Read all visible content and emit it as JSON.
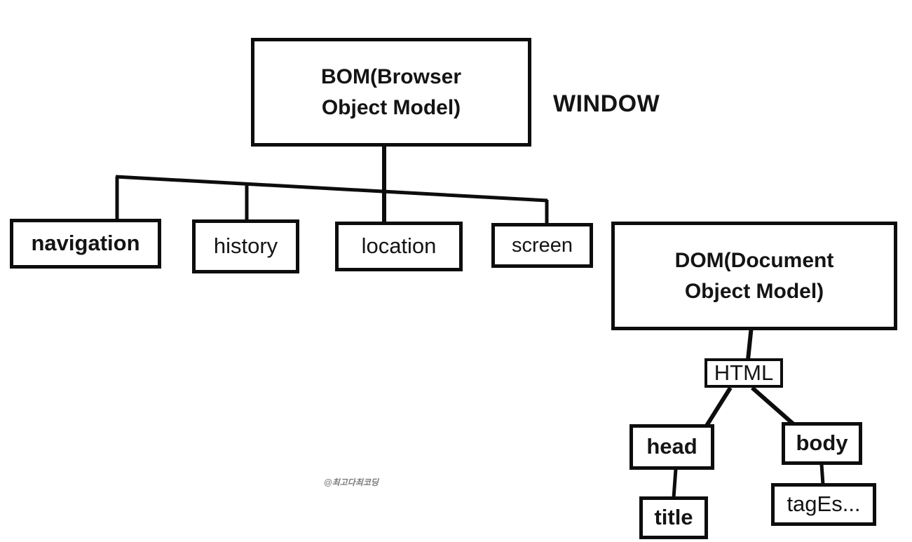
{
  "diagram": {
    "title_text": "WINDOW",
    "watermark": "@최고다최코딩",
    "colors": {
      "background": "#ffffff",
      "stroke": "#0d0d0d",
      "text": "#141414",
      "watermark": "#7d7d7d"
    },
    "nodes": {
      "bom": "BOM(Browser\nObject Model)",
      "navigation": "navigation",
      "history": "history",
      "location": "location",
      "screen": "screen",
      "dom": "DOM(Document\nObject Model)",
      "html": "HTML",
      "head": "head",
      "body": "body",
      "title": "title",
      "tages": "tagEs..."
    },
    "edges": [
      {
        "from": "bom",
        "to": "navigation"
      },
      {
        "from": "bom",
        "to": "history"
      },
      {
        "from": "bom",
        "to": "location"
      },
      {
        "from": "bom",
        "to": "screen"
      },
      {
        "from": "dom",
        "to": "html"
      },
      {
        "from": "html",
        "to": "head"
      },
      {
        "from": "html",
        "to": "body"
      },
      {
        "from": "head",
        "to": "title"
      },
      {
        "from": "body",
        "to": "tages"
      }
    ]
  }
}
